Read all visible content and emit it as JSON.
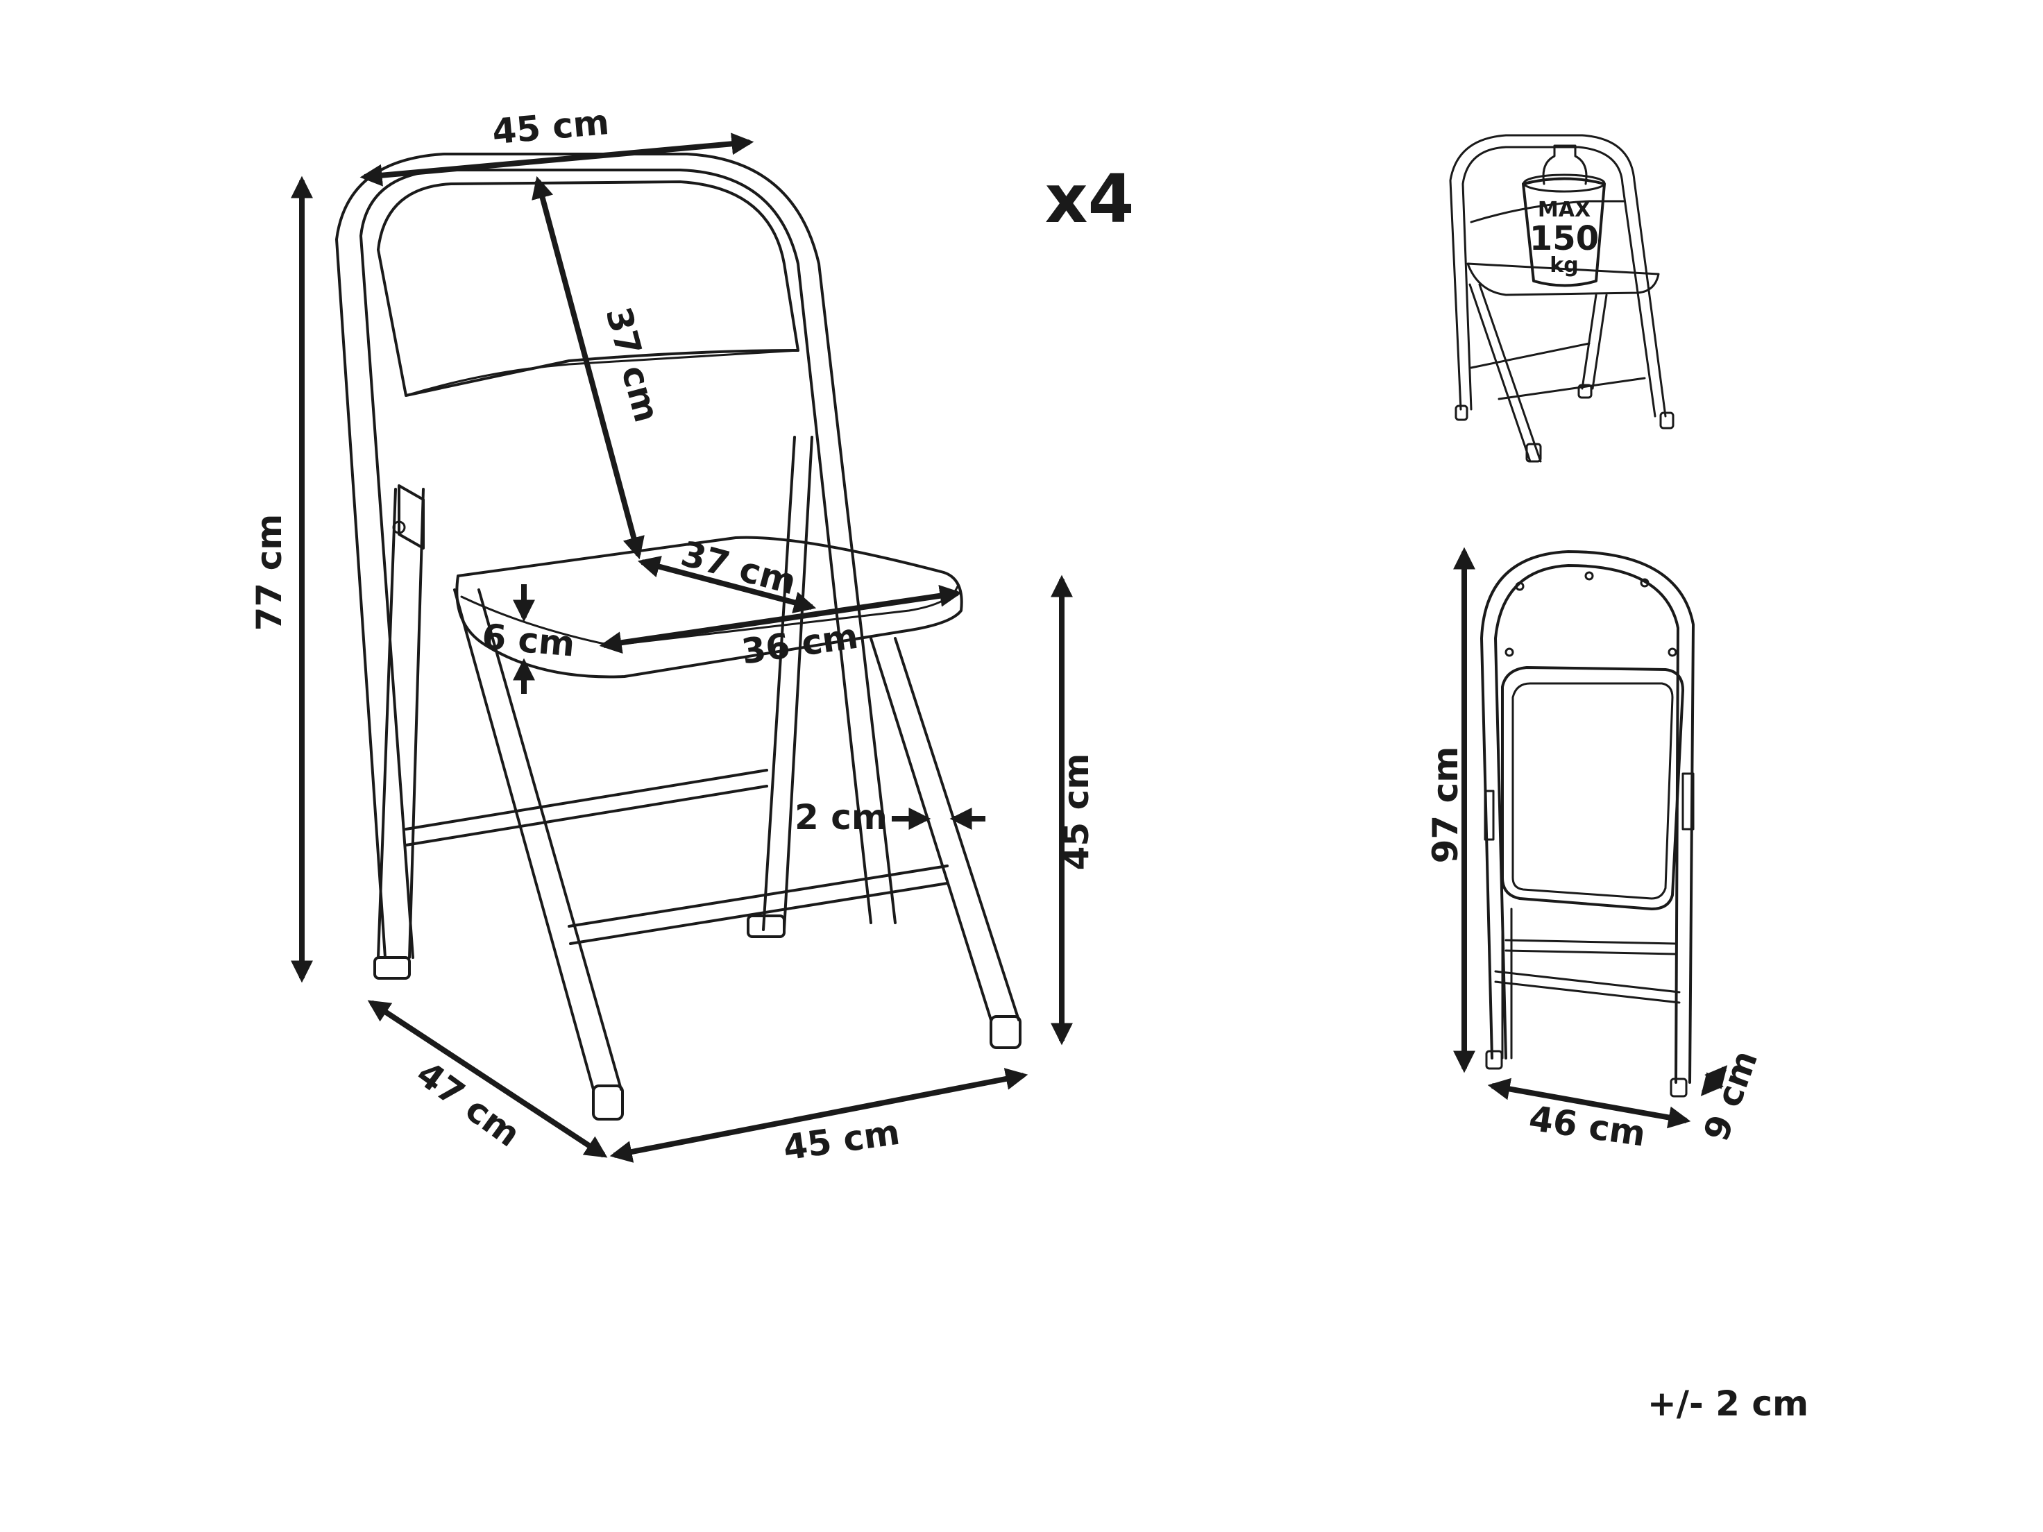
{
  "quantity": "x4",
  "tolerance": "+/- 2 cm",
  "load": {
    "line1": "MAX",
    "line2": "150",
    "line3": "kg"
  },
  "dimensions": {
    "top_width": "45 cm",
    "height": "77 cm",
    "backrest_height": "37 cm",
    "seat_depth": "37 cm",
    "seat_width": "36 cm",
    "seat_thickness": "6 cm",
    "tube": "2 cm",
    "seat_height": "45 cm",
    "base_depth": "47 cm",
    "base_width": "45 cm",
    "folded_height": "97 cm",
    "folded_width": "46 cm",
    "folded_depth": "9 cm"
  },
  "colors": {
    "line": "#1a1a1a",
    "background": "#ffffff"
  }
}
